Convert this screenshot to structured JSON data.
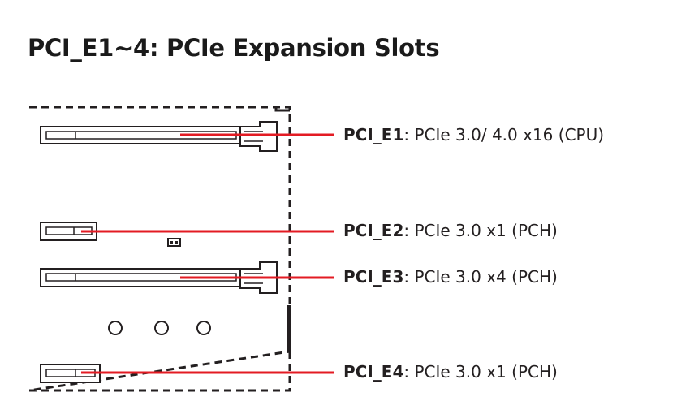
{
  "title": "PCI_E1~4: PCIe Expansion Slots",
  "colors": {
    "callout_line": "#e31b23",
    "outline": "#231f20",
    "text": "#231f20"
  },
  "slots": [
    {
      "name": "PCI_E1",
      "separator": ": ",
      "description": "PCIe 3.0/ 4.0 x16 (CPU)"
    },
    {
      "name": "PCI_E2",
      "separator": ": ",
      "description": "PCIe 3.0 x1 (PCH)"
    },
    {
      "name": "PCI_E3",
      "separator": ": ",
      "description": "PCIe 3.0 x4 (PCH)"
    },
    {
      "name": "PCI_E4",
      "separator": ": ",
      "description": "PCIe 3.0 x1 (PCH)"
    }
  ]
}
